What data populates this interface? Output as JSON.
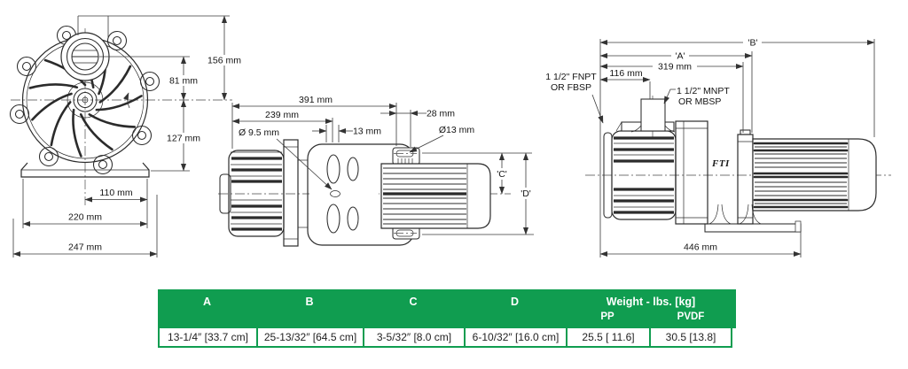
{
  "colors": {
    "brand_green": "#109d50",
    "line_dark": "#2b2b2b"
  },
  "views": {
    "front": {
      "dim_overall_height_top": "156 mm",
      "dim_port_to_center": "81 mm",
      "dim_center_to_base": "127 mm",
      "dim_center_to_edge": "110 mm",
      "dim_base_width": "220 mm",
      "dim_overall_width": "247 mm"
    },
    "side": {
      "dim_overall_length": "391 mm",
      "dim_head_length": "239 mm",
      "dim_drain_hole": "Ø 9.5 mm",
      "dim_wall": "13 mm",
      "dim_slot_length": "28 mm",
      "dim_slot_dia": "Ø13 mm",
      "dim_c": "'C'",
      "dim_d": "'D'"
    },
    "rear": {
      "dim_b": "'B'",
      "dim_a": "'A'",
      "dim_to_support": "319 mm",
      "dim_to_port": "116 mm",
      "suction_port_line1": "1 1/2\" FNPT",
      "suction_port_line2": "OR FBSP",
      "discharge_port_line1": "1 1/2\" MNPT",
      "discharge_port_line2": "OR MBSP",
      "dim_base_length": "446 mm",
      "logo": "FTI"
    }
  },
  "table": {
    "columns": [
      "A",
      "B",
      "C",
      "D"
    ],
    "weight_header": "Weight - lbs. [kg]",
    "weight_columns": [
      "PP",
      "PVDF"
    ],
    "values": {
      "a": "13-1/4″ [33.7 cm]",
      "b": "25-13/32″ [64.5 cm]",
      "c": "3-5/32″ [8.0 cm]",
      "d": "6-10/32″ [16.0 cm]",
      "weight_pp": "25.5 [ 11.6]",
      "weight_pvdf": "30.5 [13.8]"
    }
  }
}
